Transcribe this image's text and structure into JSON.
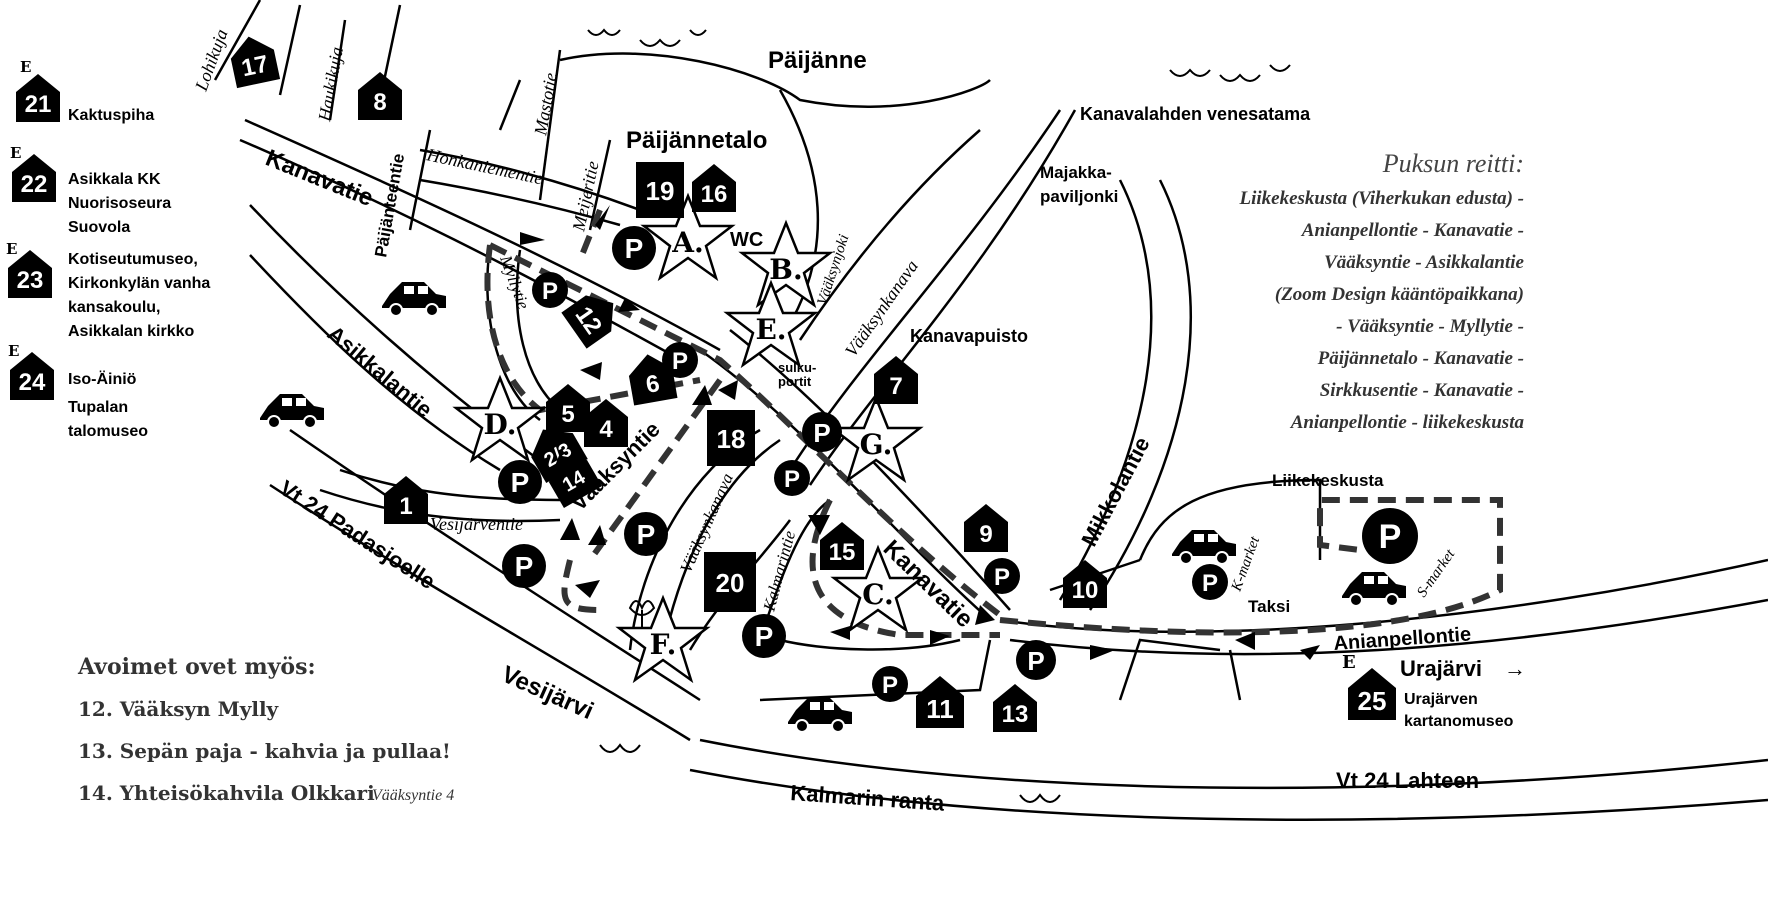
{
  "legend_left": [
    {
      "num": "21",
      "mark": "E",
      "lines": [
        "Kaktuspiha"
      ]
    },
    {
      "num": "22",
      "mark": "E",
      "lines": [
        "Asikkala KK",
        "Nuorisoseura",
        "Suovola"
      ]
    },
    {
      "num": "23",
      "mark": "E",
      "lines": [
        "Kotiseutumuseo,",
        "Kirkonkylän vanha",
        "kansakoulu,",
        "Asikkalan kirkko"
      ]
    },
    {
      "num": "24",
      "mark": "E",
      "lines": [
        "Iso-Äiniö",
        "Tupalan",
        "talomuseo"
      ]
    }
  ],
  "avoimet": {
    "title": "Avoimet ovet myös:",
    "items": [
      {
        "text": "12. Vääksyn Mylly",
        "note": ""
      },
      {
        "text": "13. Sepän paja - kahvia ja pullaa!",
        "note": ""
      },
      {
        "text": "14. Yhteisökahvila Olkkari",
        "note": "Vääksyntie 4"
      }
    ]
  },
  "route": {
    "title": "Puksun reitti:",
    "lines": [
      "Liikekeskusta (Viherkukan edusta) -",
      "Anianpellontie - Kanavatie -",
      "Vääksyntie - Asikkalantie",
      "(Zoom Design kääntöpaikkana)",
      "- Vääksyntie - Myllytie -",
      "Päijännetalo - Kanavatie -",
      "Sirkkusentie - Kanavatie -",
      "Anianpellontie - liikekeskusta"
    ]
  },
  "places": {
    "paijanne": "Päijänne",
    "paijannetalo": "Päijännetalo",
    "kanavalahden": "Kanavalahden venesatama",
    "majakka1": "Majakka-",
    "majakka2": "paviljonki",
    "kanavapuisto": "Kanavapuisto",
    "sulku1": "sulku-",
    "sulku2": "portit",
    "wc": "WC",
    "liikekeskusta": "Liikekeskusta",
    "taksi": "Taksi",
    "urajarvi": "Urajärvi",
    "urajarven1": "Urajärven",
    "urajarven2": "kartanomuseo",
    "vesijarvi": "Vesijärvi",
    "kalmarin_ranta": "Kalmarin ranta",
    "vt24_lahteen": "Vt 24 Lahteen",
    "vt24_padasjoelle": "Vt 24 Padasjoelle",
    "arrow": "→"
  },
  "roads": {
    "kanavatie_nw": "Kanavatie",
    "kanavatie_se": "Kanavatie",
    "paijanteentie": "Päijänteentie",
    "asikkalantie": "Asikkalantie",
    "vaaksyntie": "Vääksyntie",
    "mikkolantie": "Mikkolantie",
    "anianpellontie": "Anianpellontie",
    "lohikuja": "Lohikuja",
    "haukikuja": "Haukikuja",
    "mastotie": "Mastotie",
    "honkaniementie": "Honkaniementie",
    "meijeritie": "Meijeritie",
    "myllytie": "Myllytie",
    "vaaksynjoki": "Vääksynjoki",
    "vaaksynkanava_ne": "Vääksynkanava",
    "vaaksynkanava_sw": "Vääksynkanava",
    "kalmarintie": "Kalmarintie",
    "vesijarventie": "Vesijärventie",
    "kmarket": "K-market",
    "smarket": "S-market"
  },
  "houses": [
    "17",
    "8",
    "19",
    "16",
    "12",
    "6",
    "5",
    "4",
    "2/3",
    "14",
    "1",
    "18",
    "7",
    "9",
    "15",
    "20",
    "10",
    "11",
    "13",
    "25"
  ],
  "house_mark_25": "E",
  "parking_label": "P",
  "stars": [
    "A.",
    "B.",
    "E.",
    "D.",
    "G.",
    "C.",
    "F."
  ]
}
